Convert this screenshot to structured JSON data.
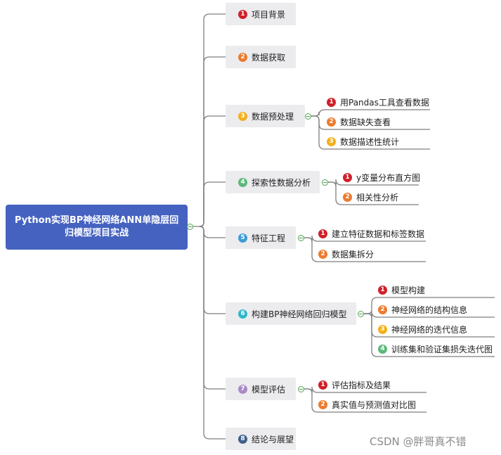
{
  "root": "Python实现BP神经网络ANN单隐层回归模型项目实战",
  "branches": [
    {
      "num": "1",
      "label": "项目背景",
      "color": "c1",
      "children": []
    },
    {
      "num": "2",
      "label": "数据获取",
      "color": "c2",
      "children": []
    },
    {
      "num": "3",
      "label": "数据预处理",
      "color": "c3",
      "children": [
        {
          "num": "1",
          "label": "用Pandas工具查看数据",
          "color": "c1"
        },
        {
          "num": "2",
          "label": "数据缺失查看",
          "color": "c2"
        },
        {
          "num": "3",
          "label": "数据描述性统计",
          "color": "c3"
        }
      ]
    },
    {
      "num": "4",
      "label": "探索性数据分析",
      "color": "c4",
      "children": [
        {
          "num": "1",
          "label": "y变量分布直方图",
          "color": "c1"
        },
        {
          "num": "2",
          "label": "相关性分析",
          "color": "c2"
        }
      ]
    },
    {
      "num": "5",
      "label": "特征工程",
      "color": "c5",
      "children": [
        {
          "num": "1",
          "label": "建立特征数据和标签数据",
          "color": "c1"
        },
        {
          "num": "2",
          "label": "数据集拆分",
          "color": "c2"
        }
      ]
    },
    {
      "num": "6",
      "label": "构建BP神经网络回归模型",
      "color": "c6",
      "children": [
        {
          "num": "1",
          "label": "模型构建",
          "color": "c1"
        },
        {
          "num": "2",
          "label": "神经网络的结构信息",
          "color": "c2"
        },
        {
          "num": "3",
          "label": "神经网络的迭代信息",
          "color": "c3"
        },
        {
          "num": "4",
          "label": "训练集和验证集损失迭代图",
          "color": "c4"
        }
      ]
    },
    {
      "num": "7",
      "label": "模型评估",
      "color": "c7",
      "children": [
        {
          "num": "1",
          "label": "评估指标及结果",
          "color": "c1"
        },
        {
          "num": "2",
          "label": "真实值与预测值对比图",
          "color": "c2"
        }
      ]
    },
    {
      "num": "8",
      "label": "结论与展望",
      "color": "c8",
      "children": []
    }
  ],
  "watermark": "CSDN @胖哥真不错"
}
